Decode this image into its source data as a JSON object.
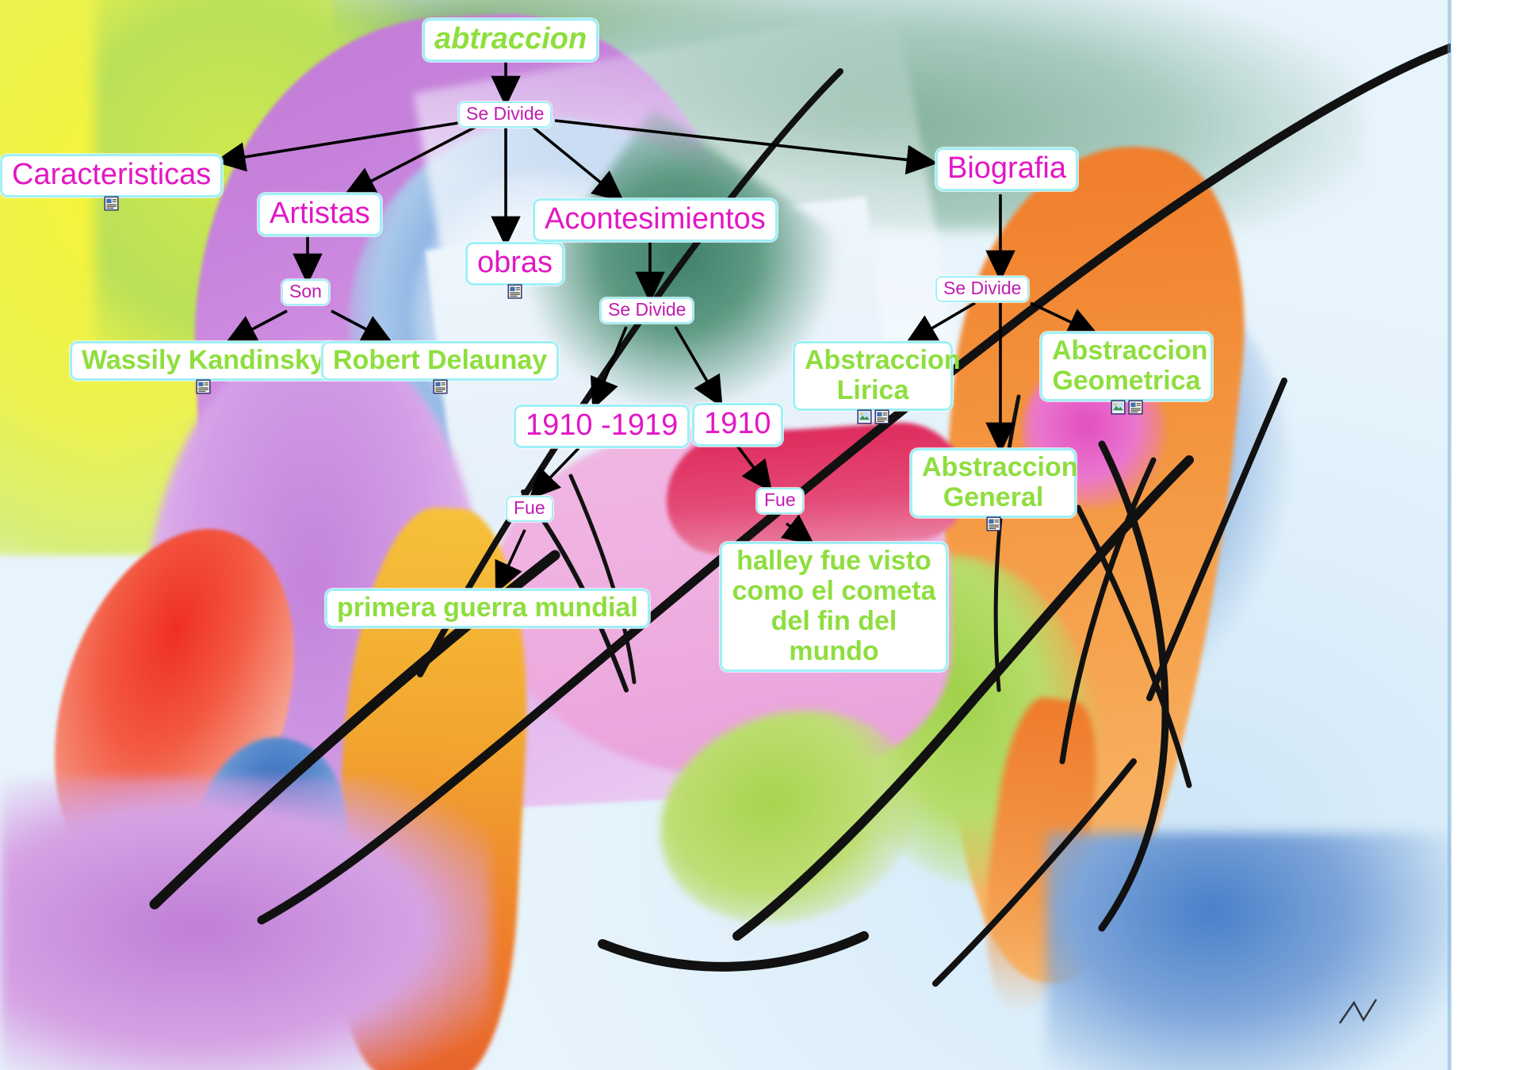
{
  "document": {
    "type": "concept-map",
    "title": "abtraccion",
    "language": "es",
    "background": "abstract colored-pencil painting (Kandinsky style)"
  },
  "colors": {
    "node_border": "#9ff0f7",
    "node_fill": "#ffffff",
    "topic_text": "#e217c5",
    "leaf_text": "#8ede3e",
    "connector_text": "#c01bb0",
    "arrow": "#000000"
  },
  "nodes": {
    "root": {
      "label": "abtraccion",
      "style": "green-italic"
    },
    "se_divide_1": {
      "label": "Se Divide",
      "style": "connector"
    },
    "caracteristicas": {
      "label": "Caracteristicas",
      "style": "pink"
    },
    "artistas": {
      "label": "Artistas",
      "style": "pink"
    },
    "obras": {
      "label": "obras",
      "style": "pink"
    },
    "acontesimientos": {
      "label": "Acontesimientos",
      "style": "pink"
    },
    "biografia": {
      "label": "Biografia",
      "style": "pink"
    },
    "son": {
      "label": "Son",
      "style": "connector"
    },
    "wassily": {
      "label": "Wassily Kandinsky",
      "style": "green"
    },
    "robert": {
      "label": "Robert Delaunay",
      "style": "green"
    },
    "se_divide_2": {
      "label": "Se Divide",
      "style": "connector"
    },
    "se_divide_3": {
      "label": "Se Divide",
      "style": "connector"
    },
    "rango_1910_1919": {
      "label": "1910 -1919",
      "style": "pink"
    },
    "anio_1910": {
      "label": "1910",
      "style": "pink"
    },
    "fue_1": {
      "label": "Fue",
      "style": "connector"
    },
    "fue_2": {
      "label": "Fue",
      "style": "connector"
    },
    "primera_guerra": {
      "label": "primera guerra mundial",
      "style": "green"
    },
    "halley": {
      "line1": "halley   fue visto",
      "line2": "como el cometa",
      "line3": "del fin del mundo",
      "style": "green"
    },
    "abstraccion_lirica": {
      "line1": "Abstraccion",
      "line2": "Lirica",
      "style": "green"
    },
    "abstraccion_geometrica": {
      "line1": "Abstraccion",
      "line2": "Geometrica",
      "style": "green"
    },
    "abstraccion_general": {
      "line1": "Abstraccion",
      "line2": "General",
      "style": "green"
    }
  },
  "attachments": {
    "caracteristicas": [
      "note-icon"
    ],
    "obras": [
      "note-icon"
    ],
    "wassily": [
      "note-icon"
    ],
    "robert": [
      "note-icon"
    ],
    "abstraccion_lirica": [
      "image-icon",
      "note-icon"
    ],
    "abstraccion_geometrica": [
      "image-icon",
      "note-icon"
    ],
    "abstraccion_general": [
      "note-icon"
    ]
  },
  "edges": [
    {
      "from": "root",
      "to": "se_divide_1"
    },
    {
      "from": "se_divide_1",
      "to": "caracteristicas"
    },
    {
      "from": "se_divide_1",
      "to": "artistas"
    },
    {
      "from": "se_divide_1",
      "to": "obras"
    },
    {
      "from": "se_divide_1",
      "to": "acontesimientos"
    },
    {
      "from": "se_divide_1",
      "to": "biografia"
    },
    {
      "from": "artistas",
      "to": "son"
    },
    {
      "from": "son",
      "to": "wassily"
    },
    {
      "from": "son",
      "to": "robert"
    },
    {
      "from": "acontesimientos",
      "to": "se_divide_2"
    },
    {
      "from": "se_divide_2",
      "to": "rango_1910_1919"
    },
    {
      "from": "se_divide_2",
      "to": "anio_1910"
    },
    {
      "from": "rango_1910_1919",
      "to": "fue_1"
    },
    {
      "from": "fue_1",
      "to": "primera_guerra"
    },
    {
      "from": "anio_1910",
      "to": "fue_2"
    },
    {
      "from": "fue_2",
      "to": "halley"
    },
    {
      "from": "biografia",
      "to": "se_divide_3"
    },
    {
      "from": "se_divide_3",
      "to": "abstraccion_lirica"
    },
    {
      "from": "se_divide_3",
      "to": "abstraccion_general"
    },
    {
      "from": "se_divide_3",
      "to": "abstraccion_geometrica"
    }
  ]
}
